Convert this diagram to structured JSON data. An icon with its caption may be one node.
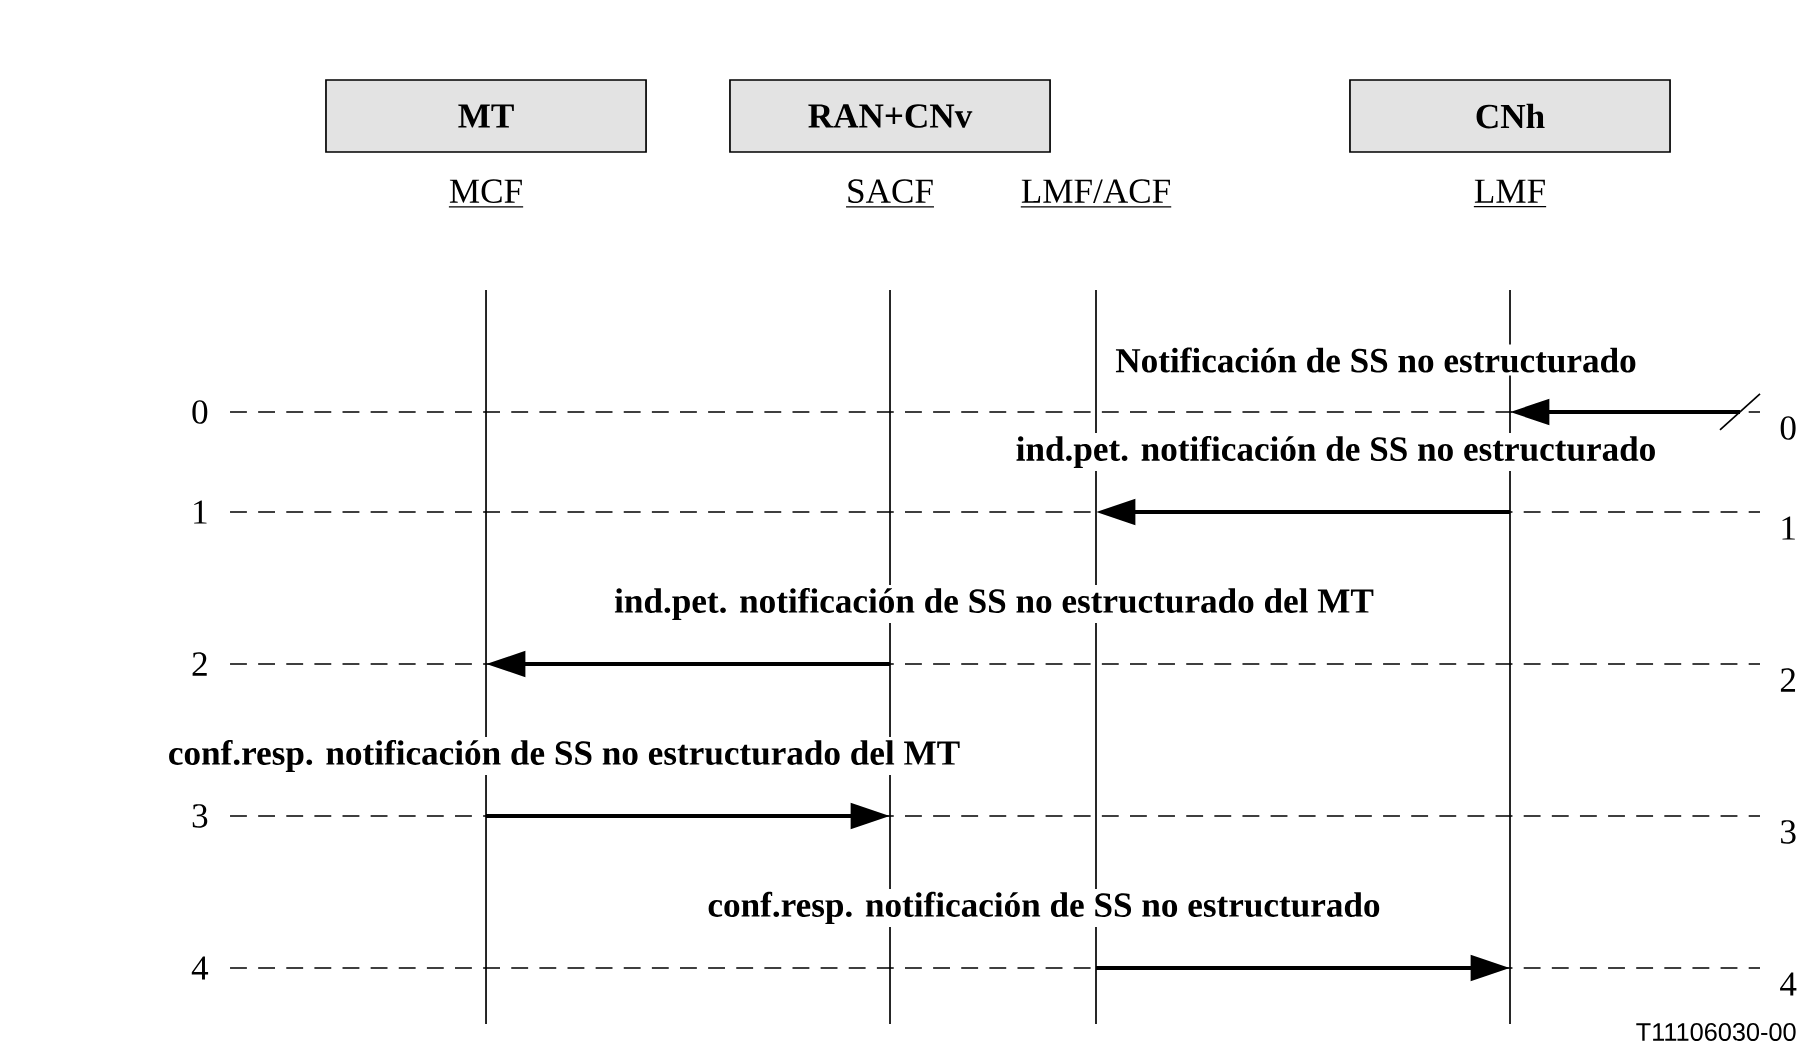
{
  "diagram": {
    "nodes": [
      {
        "text": [
          "MT"
        ]
      },
      {
        "text": [
          "RAN+CNv"
        ]
      },
      {
        "text": [
          "CNh"
        ]
      },
      {
        "text": [
          "MCF"
        ]
      },
      {
        "text": [
          "SACF"
        ]
      },
      {
        "text": [
          "LMF/ACF"
        ]
      },
      {
        "text": [
          "LMF"
        ]
      }
    ],
    "edges": [
      {
        "from": null,
        "to": 6,
        "arrow": "to",
        "label": "Notificación de SS no estructurado"
      },
      {
        "from": 6,
        "to": 5,
        "arrow": "to",
        "label": "ind.pet. notificación de SS no estructurado"
      },
      {
        "from": 4,
        "to": 3,
        "arrow": "to",
        "label": "ind.pet. notificación de SS no estructurado del MT"
      },
      {
        "from": 3,
        "to": 4,
        "arrow": "to",
        "label": "conf.resp. notificación de SS no estructurado del MT"
      },
      {
        "from": 5,
        "to": 6,
        "arrow": "to",
        "label": "conf.resp. notificación de SS no estructurado"
      }
    ],
    "labels": [
      "0",
      "0",
      "1",
      "1",
      "2",
      "2",
      "3",
      "3",
      "4",
      "4",
      "T11106030-00"
    ]
  }
}
